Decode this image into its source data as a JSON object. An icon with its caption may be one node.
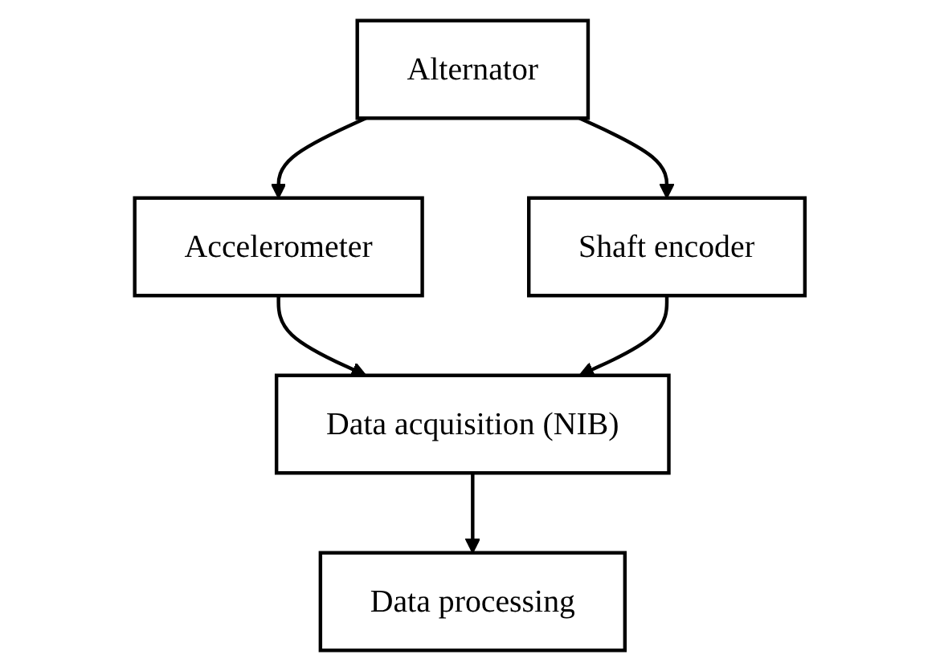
{
  "diagram": {
    "nodes": [
      {
        "text": [
          "Alternator"
        ]
      },
      {
        "text": [
          "Accelerometer"
        ]
      },
      {
        "text": [
          "Shaft encoder"
        ]
      },
      {
        "text": [
          "Data acquisition (NIB)"
        ]
      },
      {
        "text": [
          "Data processing"
        ]
      }
    ],
    "edges": [
      {
        "from": 0,
        "to": 1,
        "arrow": "to"
      },
      {
        "from": 0,
        "to": 2,
        "arrow": "to"
      },
      {
        "from": 1,
        "to": 3,
        "arrow": "to"
      },
      {
        "from": 2,
        "to": 3,
        "arrow": "to"
      },
      {
        "from": 3,
        "to": 4,
        "arrow": "to"
      }
    ]
  }
}
